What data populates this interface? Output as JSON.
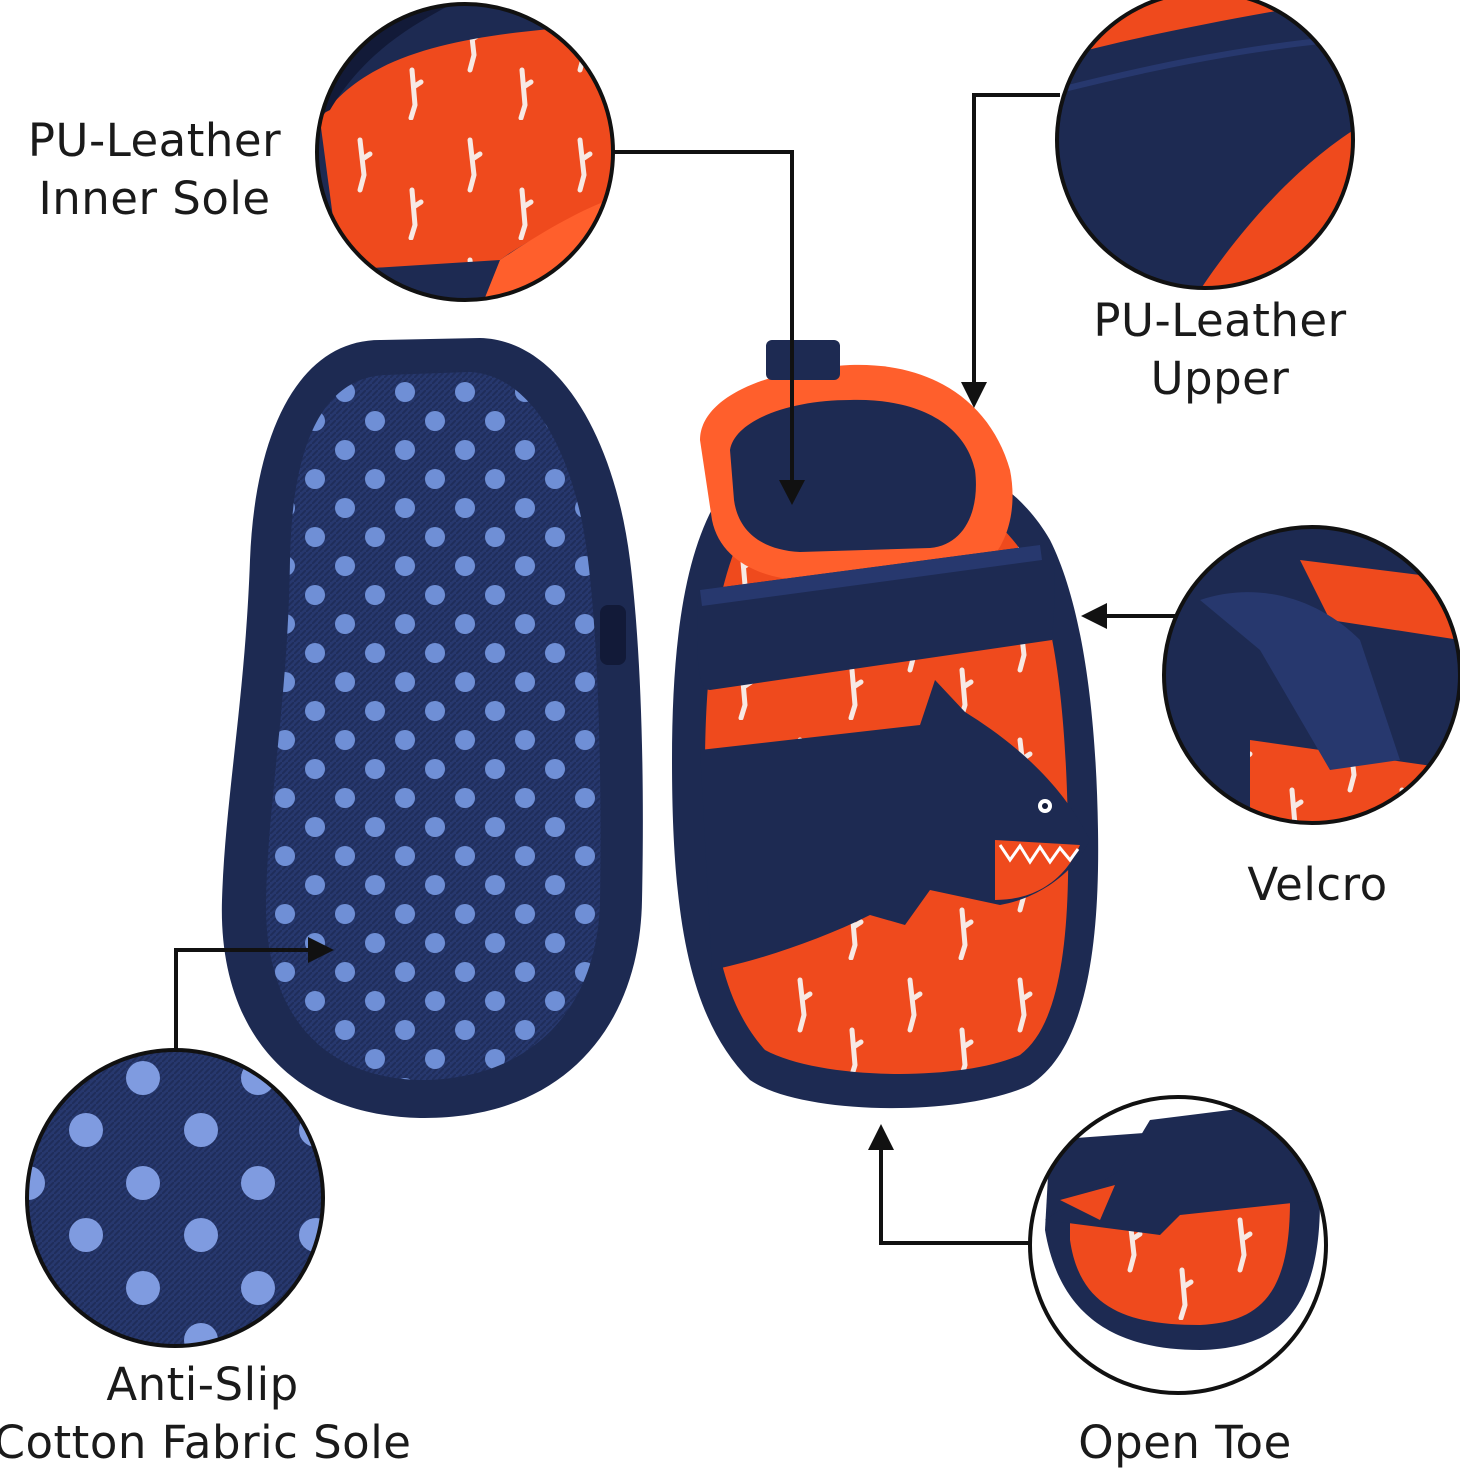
{
  "callouts": {
    "inner_sole": {
      "line1": "PU-Leather",
      "line2": "Inner Sole"
    },
    "upper": {
      "line1": "PU-Leather",
      "line2": "Upper"
    },
    "velcro": {
      "line1": "Velcro"
    },
    "sole": {
      "line1": "Anti-Slip",
      "line2": "Cotton Fabric Sole"
    },
    "open_toe": {
      "line1": "Open Toe"
    }
  },
  "colors": {
    "navy": "#1d2a52",
    "navy_dark": "#121a38",
    "orange": "#ef4a1d",
    "orange_light": "#ff5f2c",
    "dot_blue": "#6f8fd6",
    "background": "#ffffff"
  }
}
